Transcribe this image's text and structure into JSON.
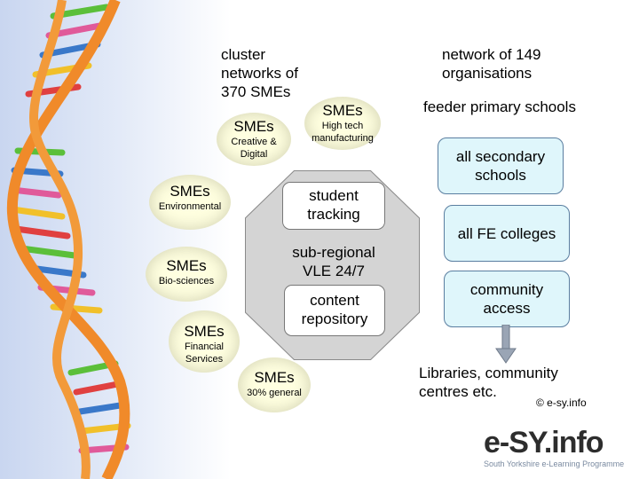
{
  "cluster_text": [
    "cluster",
    "networks of",
    "370 SMEs"
  ],
  "network_text": [
    "network of 149",
    "organisations"
  ],
  "feeder_text": "feeder primary schools",
  "smes": [
    {
      "title": "SMEs",
      "sub": "Creative & Digital"
    },
    {
      "title": "SMEs",
      "sub": "High tech manufacturing"
    },
    {
      "title": "SMEs",
      "sub": "Environmental"
    },
    {
      "title": "SMEs",
      "sub": "Bio-sciences"
    },
    {
      "title": "SMEs",
      "sub": "Financial Services"
    },
    {
      "title": "SMEs",
      "sub": "30% general"
    }
  ],
  "hub": {
    "student_tracking": [
      "student",
      "tracking"
    ],
    "vle": [
      "sub-regional",
      "VLE 24/7"
    ],
    "content_repository": [
      "content",
      "repository"
    ]
  },
  "schools": {
    "secondary": [
      "all secondary",
      "schools"
    ],
    "fe": "all FE colleges",
    "community": [
      "community",
      "access"
    ]
  },
  "libraries_text": [
    "Libraries, community",
    "centres etc."
  ],
  "copyright": "© e-sy.info",
  "logo": {
    "main": "e-SY.info",
    "sub": "South Yorkshire e-Learning Programme"
  },
  "colors": {
    "ellipse_fill": "#ffffe0",
    "box_fill": "#dff6fb",
    "box_border": "#5a7ea0",
    "arrow": "#9aa5b5"
  }
}
